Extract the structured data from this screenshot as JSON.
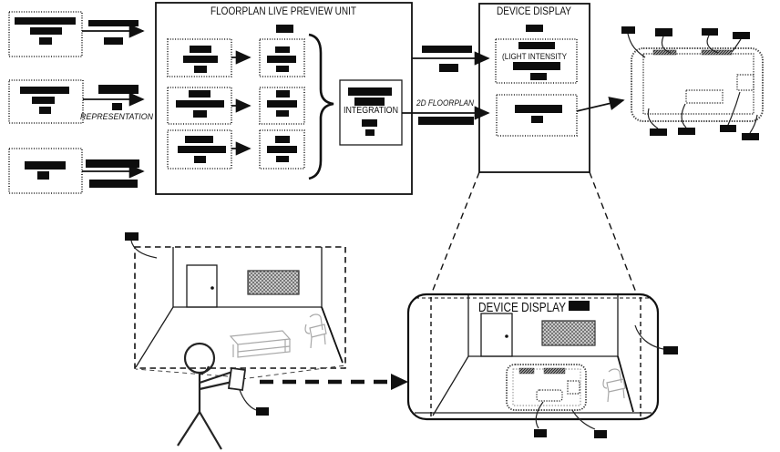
{
  "figure": {
    "description": "Patent-style line-art block diagram of a floorplan live preview system with redacted reference-numeral bars",
    "background_color": "#ffffff",
    "line_color": "#111111",
    "sketch_color": "#a8a8a8",
    "redaction_color": "#0d0d0d"
  },
  "blocks": {
    "floorplan_unit_title": "FLOORPLAN LIVE PREVIEW UNIT",
    "integration_label": "INTEGRATION",
    "device_display_title": "DEVICE DISPLAY",
    "light_intensity_label": "(LIGHT INTENSITY"
  },
  "annotations": {
    "representation_label": "REPRESENTATION",
    "floorplan_2d_label": "2D FLOORPLAN"
  },
  "screen": {
    "device_display_title": "DEVICE DISPLAY"
  }
}
